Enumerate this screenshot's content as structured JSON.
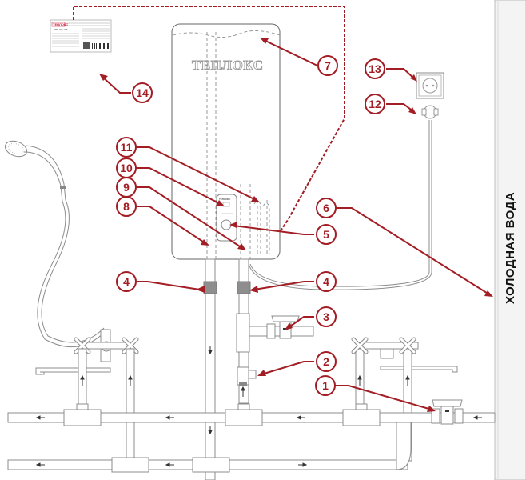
{
  "title": "Схема подключения водонагревателя",
  "heater": {
    "brand": "ТЕПЛОКС",
    "panel_brand": "ТЕПЛОКС"
  },
  "nameplate": {
    "brand": "ТЕПЛОКС",
    "model": "ЭВБ-ПП-168"
  },
  "wall": {
    "label": "ХОЛОДНАЯ ВОДА"
  },
  "callouts": [
    {
      "id": "1",
      "label": "1",
      "target": "ball-valve-inlet"
    },
    {
      "id": "2",
      "label": "2",
      "target": "check-valve"
    },
    {
      "id": "3",
      "label": "3",
      "target": "ball-valve-tee"
    },
    {
      "id": "4a",
      "label": "4",
      "target": "dielectric-coupler-hot"
    },
    {
      "id": "4b",
      "label": "4",
      "target": "dielectric-coupler-cold"
    },
    {
      "id": "5",
      "label": "5",
      "target": "thermostat-knob"
    },
    {
      "id": "6",
      "label": "6",
      "target": "wall-cold-water"
    },
    {
      "id": "7",
      "label": "7",
      "target": "tank-water-level"
    },
    {
      "id": "8",
      "label": "8",
      "target": "hot-water-outlet-pipe"
    },
    {
      "id": "9",
      "label": "9",
      "target": "cold-water-inlet-pipe"
    },
    {
      "id": "10",
      "label": "10",
      "target": "indicator-lamps"
    },
    {
      "id": "11",
      "label": "11",
      "target": "heating-element"
    },
    {
      "id": "12",
      "label": "12",
      "target": "plug"
    },
    {
      "id": "13",
      "label": "13",
      "target": "power-socket"
    },
    {
      "id": "14",
      "label": "14",
      "target": "nameplate"
    }
  ],
  "colors": {
    "accent": "#a31d24",
    "line": "#8c8c8c",
    "coupler": "#8e8e8e"
  }
}
